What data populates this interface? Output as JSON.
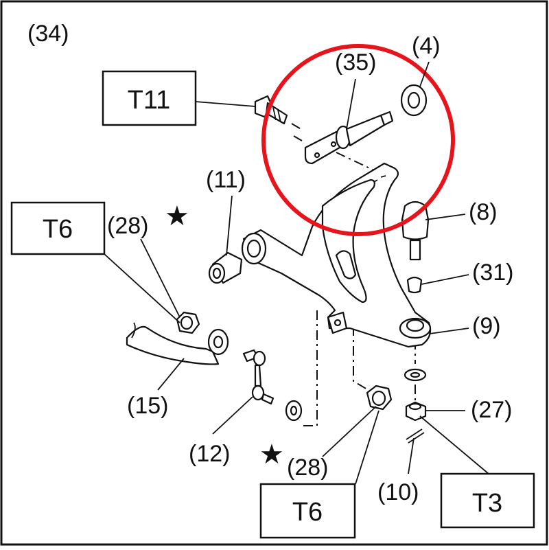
{
  "labels": {
    "l34": "(34)",
    "l35": "(35)",
    "l4": "(4)",
    "l11": "(11)",
    "l28a": "(28)",
    "l8": "(8)",
    "l31": "(31)",
    "l9": "(9)",
    "l15": "(15)",
    "l27": "(27)",
    "l12": "(12)",
    "l28b": "(28)",
    "l10": "(10)"
  },
  "torque": {
    "t11": "T11",
    "t6a": "T6",
    "t6b": "T6",
    "t3": "T3"
  },
  "markers": {
    "star_glyph": "★"
  },
  "colors": {
    "highlight_circle": "#e8141b",
    "line": "#111111",
    "background": "#ffffff"
  }
}
